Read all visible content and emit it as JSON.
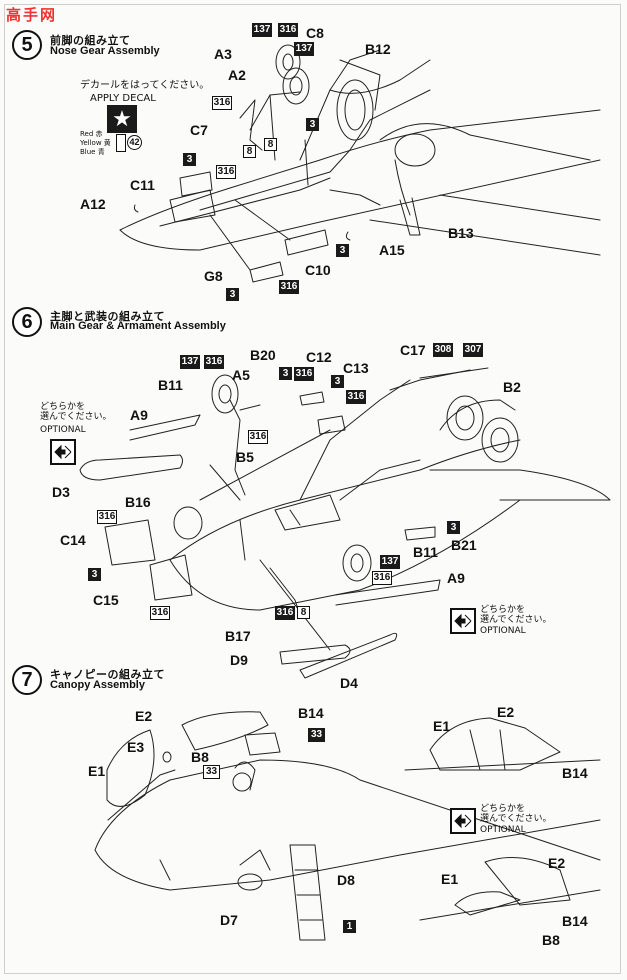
{
  "watermark": "高手网",
  "step5": {
    "number": "5",
    "title_jp": "前脚の組み立て",
    "title_en": "Nose Gear Assembly"
  },
  "step6": {
    "number": "6",
    "title_jp": "主脚と武装の組み立て",
    "title_en": "Main Gear & Armament Assembly"
  },
  "step7": {
    "number": "7",
    "title_jp": "キャノピーの組み立て",
    "title_en": "Canopy Assembly"
  },
  "decal": {
    "jp": "デカールをはってください。",
    "en": "APPLY DECAL",
    "number": "42",
    "legend": [
      "Red 赤",
      "Yellow 黄",
      "Blue 青"
    ]
  },
  "optional": {
    "jp1": "どちらかを",
    "jp2": "選んでください。",
    "en": "OPTIONAL"
  },
  "colors": {
    "c137": "137",
    "c316": "316",
    "c3": "3",
    "c8": "8",
    "c308": "308",
    "c307": "307",
    "c33": "33",
    "c1": "1"
  },
  "parts5": {
    "A3": "A3",
    "A2": "A2",
    "C8": "C8",
    "B12": "B12",
    "C7": "C7",
    "C11": "C11",
    "A12": "A12",
    "B13": "B13",
    "A15": "A15",
    "C10": "C10",
    "G8": "G8"
  },
  "parts6": {
    "B20": "B20",
    "C12": "C12",
    "C13": "C13",
    "C17": "C17",
    "B11": "B11",
    "A5": "A5",
    "B2": "B2",
    "A9": "A9",
    "D3": "D3",
    "B5": "B5",
    "B16": "B16",
    "C14": "C14",
    "C15": "C15",
    "B21": "B21",
    "B11b": "B11",
    "A9b": "A9",
    "B17": "B17",
    "D9": "D9",
    "D4": "D4"
  },
  "parts7": {
    "E2": "E2",
    "B14": "B14",
    "E3": "E3",
    "B8": "B8",
    "E1": "E1",
    "D8": "D8",
    "D7": "D7"
  }
}
